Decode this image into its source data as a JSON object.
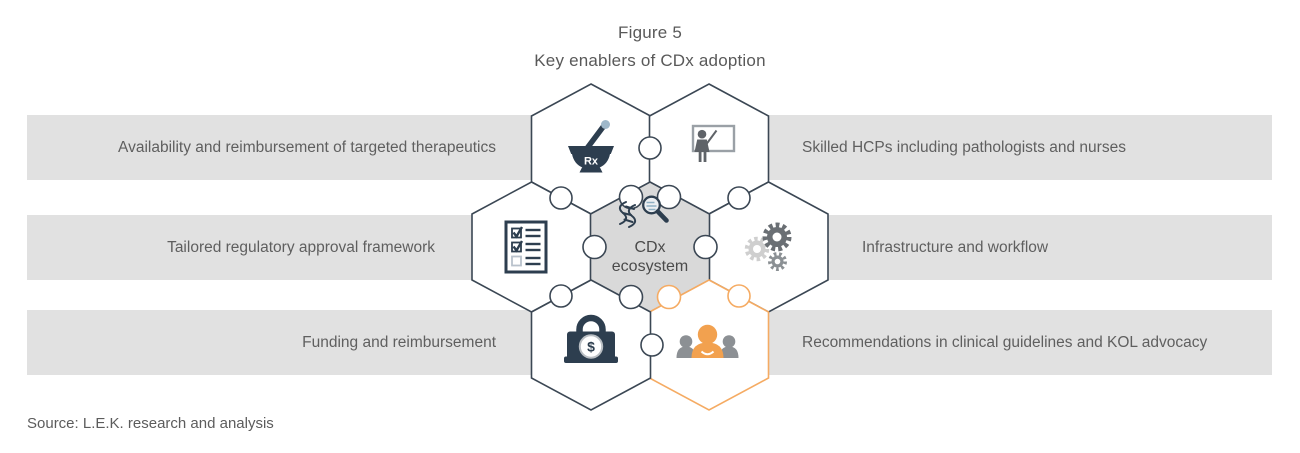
{
  "title": {
    "line1": "Figure 5",
    "line2": "Key enablers of CDx adoption"
  },
  "center_piece": {
    "line1": "CDx",
    "line2": "ecosystem"
  },
  "bars": {
    "left": [
      {
        "label": "Availability and reimbursement of targeted therapeutics"
      },
      {
        "label": "Tailored regulatory approval framework"
      },
      {
        "label": "Funding and reimbursement"
      }
    ],
    "right": [
      {
        "label": "Skilled HCPs including pathologists and nurses"
      },
      {
        "label": "Infrastructure and workflow"
      },
      {
        "label": "Recommendations in clinical guidelines and KOL advocacy"
      }
    ]
  },
  "icons": {
    "top_left": "mortar-pestle-rx-icon",
    "top_right": "presenter-whiteboard-icon",
    "mid_left": "checklist-icon",
    "mid_right": "gears-icon",
    "bottom_left": "lock-dollar-icon",
    "bottom_right": "people-group-icon",
    "center": "dna-magnifier-icon",
    "rx_label": "Rx",
    "dollar_label": "$"
  },
  "colors": {
    "bar_bg": "#e1e1e1",
    "center_fill": "#d9d9d9",
    "hex_stroke": "#3b4754",
    "accent_orange": "#f2a14f",
    "orange_stroke": "#f5ab63",
    "icon_navy": "#2d3e4f",
    "text_gray": "#5f5f5f"
  },
  "source": "Source: L.E.K. research and analysis"
}
